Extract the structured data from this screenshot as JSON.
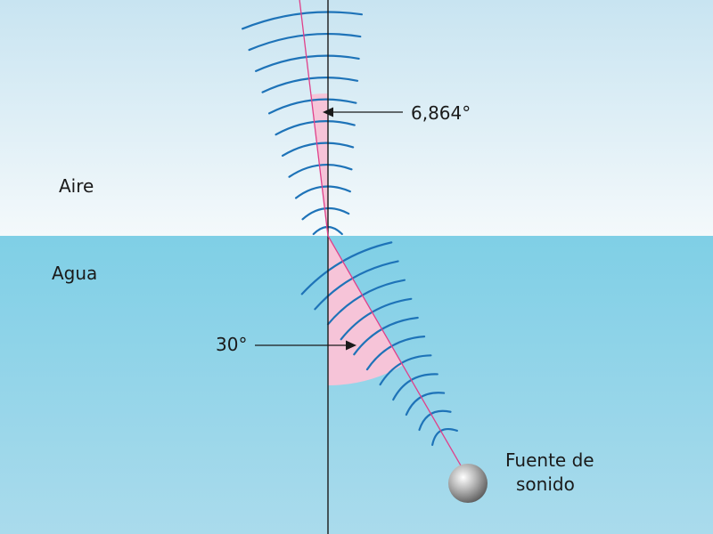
{
  "labels": {
    "upper_medium": "Aire",
    "lower_medium": "Agua",
    "refraction_angle": "6,864°",
    "incidence_angle": "30°",
    "source_line1": "Fuente de",
    "source_line2": "sonido"
  },
  "angles_deg": {
    "incidence": 30,
    "refraction": 6.864
  },
  "colors": {
    "air_top": "#c8e4f1",
    "air_bottom": "#f4f9fb",
    "water_top": "#7fcfe6",
    "water_bottom": "#aadbec",
    "wavefront": "#1e73b8",
    "ray": "#e0408a",
    "angle_fill": "#f6c4d8",
    "normal_line": "#1a1a1a"
  }
}
